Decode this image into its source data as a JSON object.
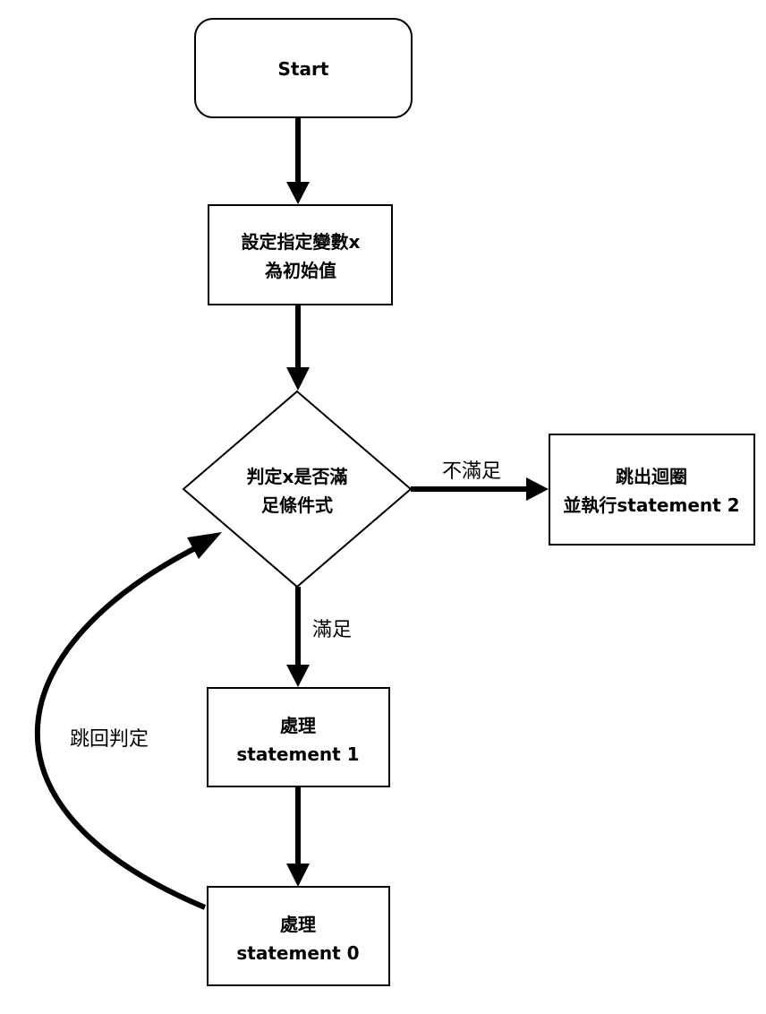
{
  "nodes": {
    "start": {
      "label": "Start"
    },
    "init": {
      "line1": "設定指定變數x",
      "line2": "為初始值"
    },
    "decision": {
      "line1": "判定x是否滿",
      "line2": "足條件式"
    },
    "exit": {
      "line1": "跳出迴圈",
      "line2": "並執行statement 2"
    },
    "process1": {
      "line1": "處理",
      "line2": "statement 1"
    },
    "process0": {
      "line1": "處理",
      "line2": "statement 0"
    }
  },
  "edges": {
    "not_satisfied": "不滿足",
    "satisfied": "滿足",
    "jump_back": "跳回判定"
  }
}
